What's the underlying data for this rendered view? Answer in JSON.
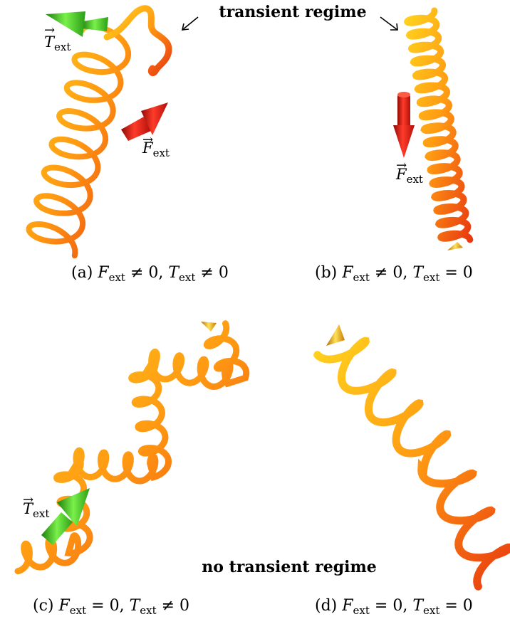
{
  "annotations": {
    "transient": "transient regime",
    "no_transient": "no transient regime"
  },
  "vectors": {
    "force": {
      "symbol": "F",
      "sub": "ext"
    },
    "torque": {
      "symbol": "T",
      "sub": "ext"
    }
  },
  "captions": {
    "a": {
      "tag": "(a)",
      "f_rel": "≠",
      "t_rel": "≠"
    },
    "b": {
      "tag": "(b)",
      "f_rel": "≠",
      "t_rel": "="
    },
    "c": {
      "tag": "(c)",
      "f_rel": "=",
      "t_rel": "≠"
    },
    "d": {
      "tag": "(d)",
      "f_rel": "=",
      "t_rel": "="
    }
  },
  "colors": {
    "rod_light": "#ffd21e",
    "rod_mid": "#ff9a12",
    "rod_dark": "#e83a10",
    "force_arrow": "#e31a12",
    "torque_arrow": "#3cc61e"
  }
}
